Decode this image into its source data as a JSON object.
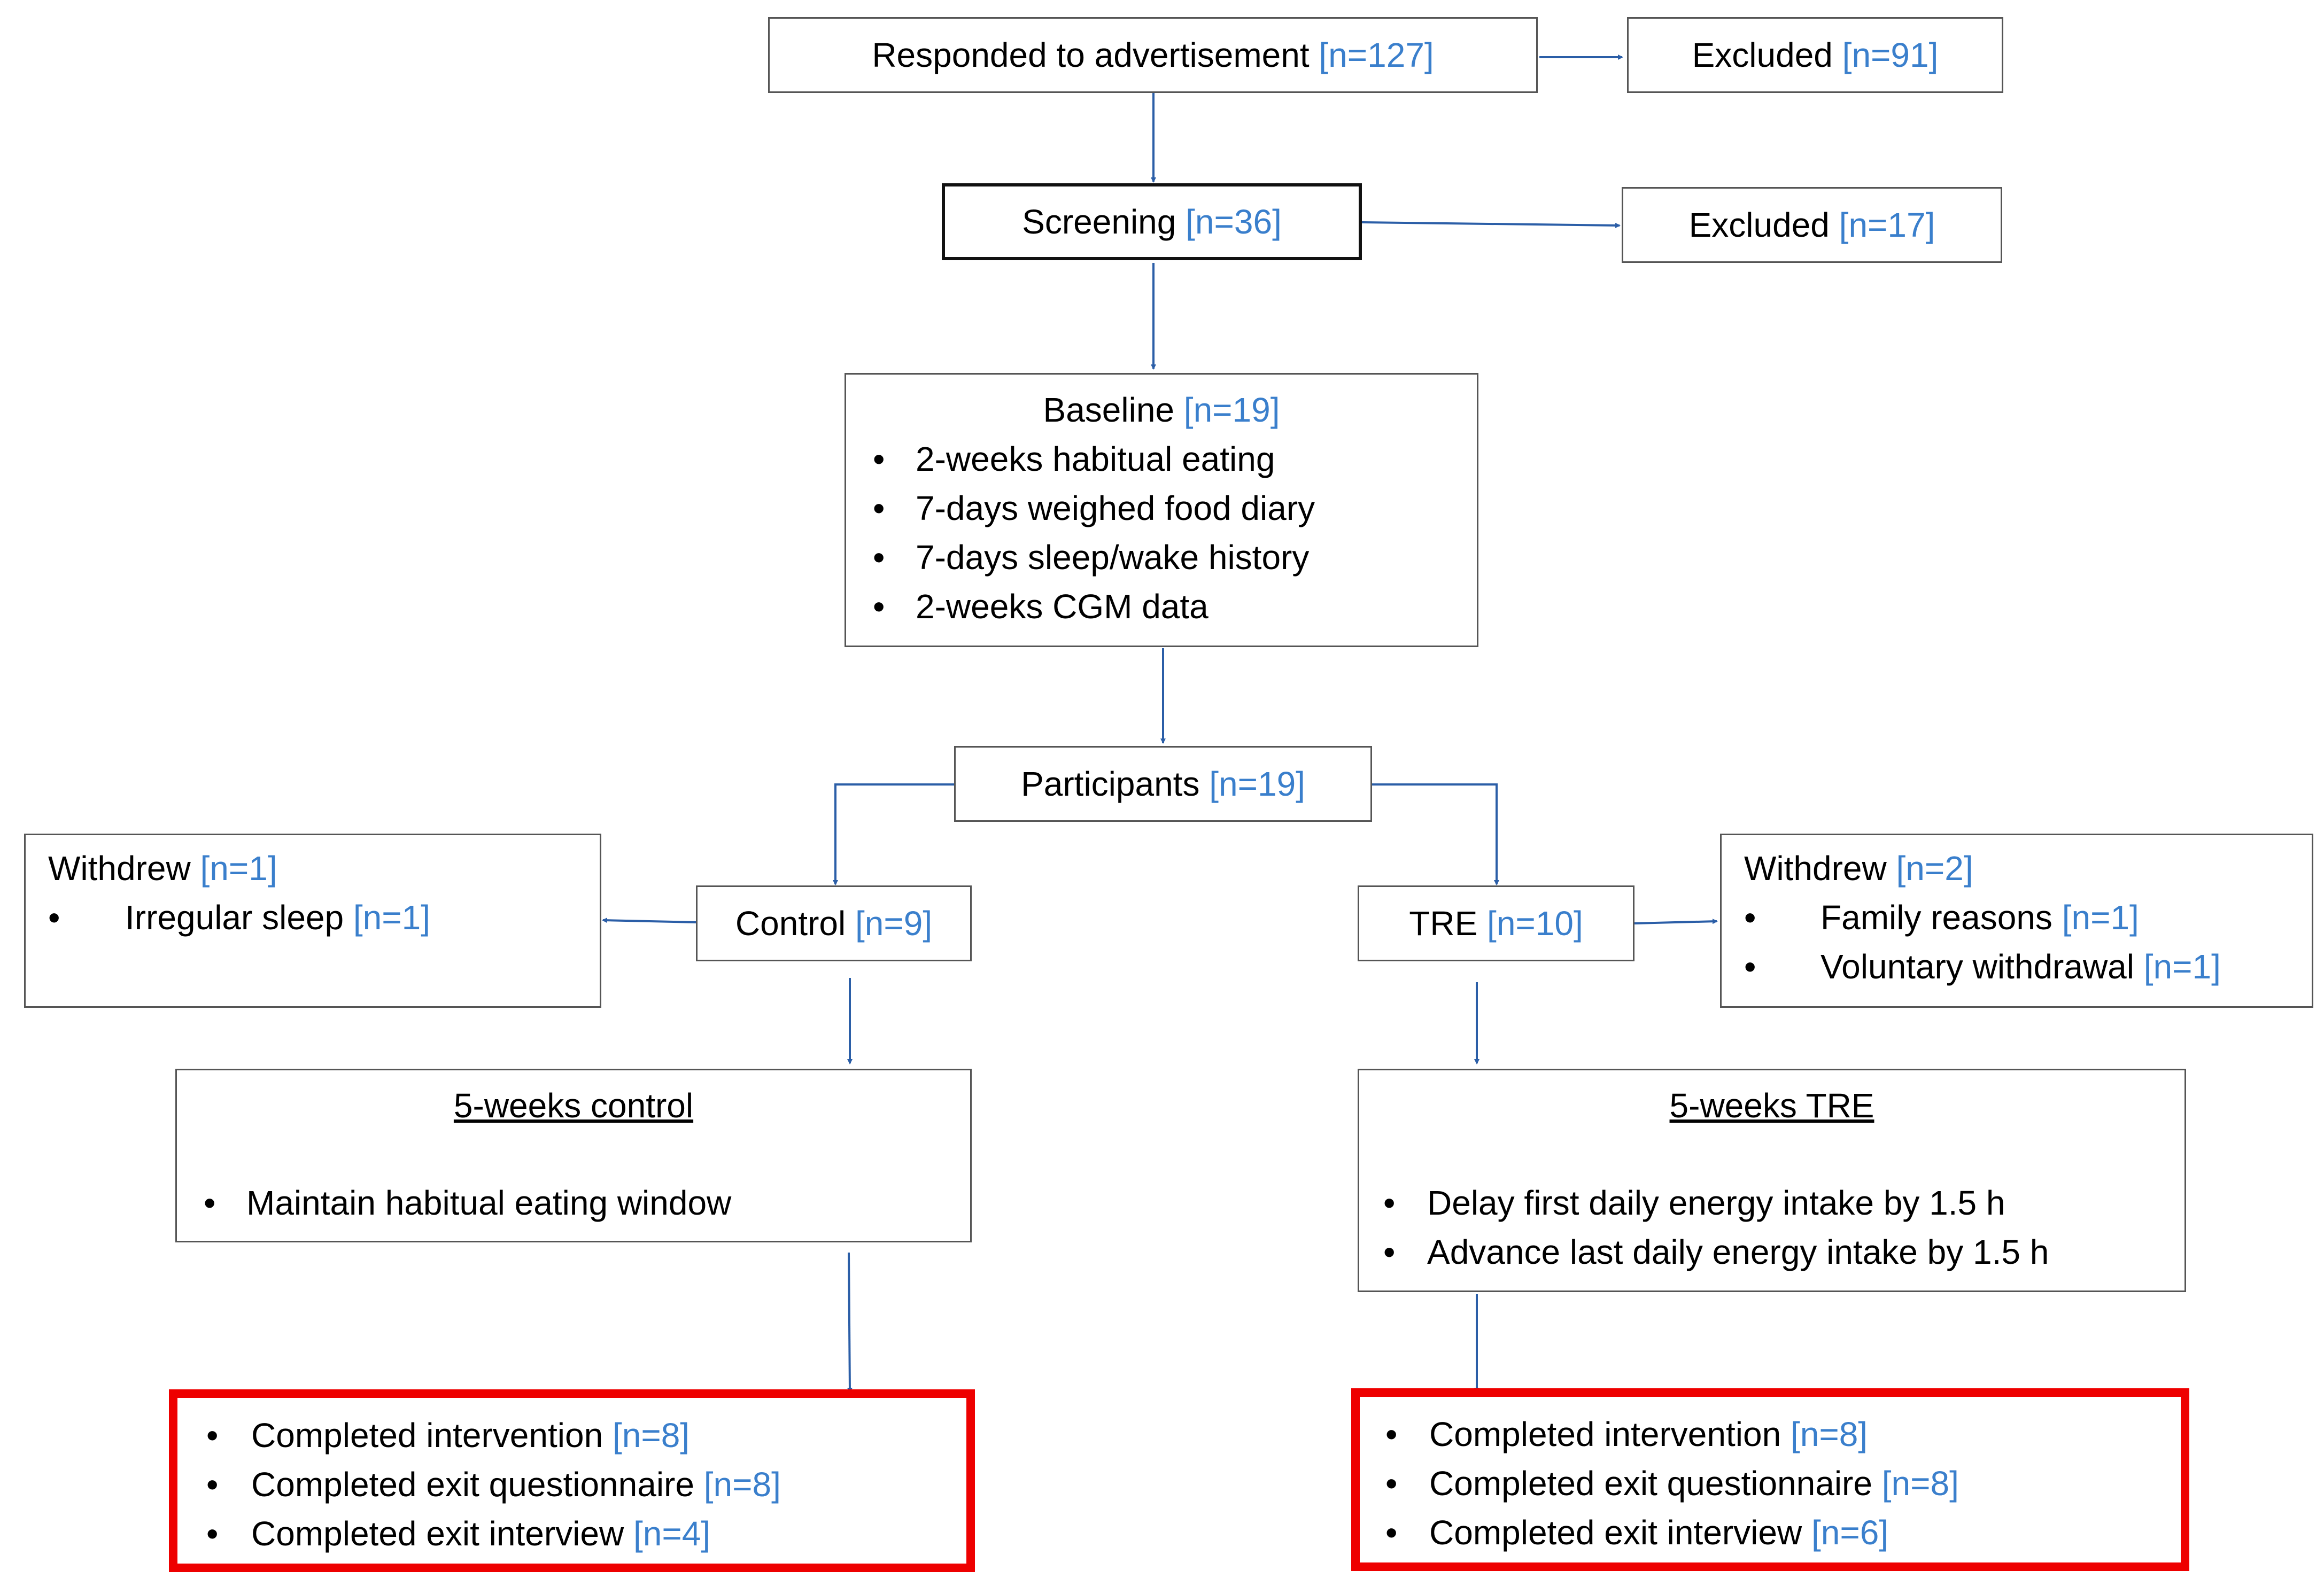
{
  "responded": {
    "label": "Responded to advertisement",
    "n": "[n=127]"
  },
  "excluded1": {
    "label": "Excluded",
    "n": "[n=91]"
  },
  "screening": {
    "label": "Screening",
    "n": "[n=36]"
  },
  "excluded2": {
    "label": "Excluded",
    "n": "[n=17]"
  },
  "baseline": {
    "label": "Baseline",
    "n": "[n=19]",
    "items": [
      "2-weeks habitual eating",
      "7-days weighed food diary",
      "7-days sleep/wake history",
      "2-weeks CGM data"
    ]
  },
  "participants": {
    "label": "Participants",
    "n": "[n=19]"
  },
  "control": {
    "label": "Control",
    "n": "[n=9]"
  },
  "tre": {
    "label": "TRE",
    "n": "[n=10]"
  },
  "withdrew_control": {
    "label": "Withdrew",
    "n": "[n=1]",
    "items": [
      {
        "text": "Irregular sleep",
        "n": "[n=1]"
      }
    ]
  },
  "withdrew_tre": {
    "label": "Withdrew",
    "n": "[n=2]",
    "items": [
      {
        "text": "Family reasons",
        "n": "[n=1]"
      },
      {
        "text": "Voluntary withdrawal",
        "n": "[n=1]"
      }
    ]
  },
  "control_intervention": {
    "title": "5-weeks control",
    "items": [
      "Maintain habitual eating window"
    ]
  },
  "tre_intervention": {
    "title": "5-weeks TRE",
    "items": [
      "Delay first daily energy intake by 1.5 h",
      "Advance last daily energy intake by 1.5 h"
    ]
  },
  "control_outcome": {
    "items": [
      {
        "text": "Completed intervention",
        "n": "[n=8]"
      },
      {
        "text": "Completed exit questionnaire",
        "n": "[n=8]"
      },
      {
        "text": "Completed exit interview",
        "n": "[n=4]"
      }
    ]
  },
  "tre_outcome": {
    "items": [
      {
        "text": "Completed intervention",
        "n": "[n=8]"
      },
      {
        "text": "Completed exit questionnaire",
        "n": "[n=8]"
      },
      {
        "text": "Completed exit interview",
        "n": "[n=6]"
      }
    ]
  },
  "colors": {
    "count": "#3a7fcc",
    "arrow": "#2b5ea7",
    "highlight": "#ee0000"
  },
  "bullet_glyph": "•"
}
